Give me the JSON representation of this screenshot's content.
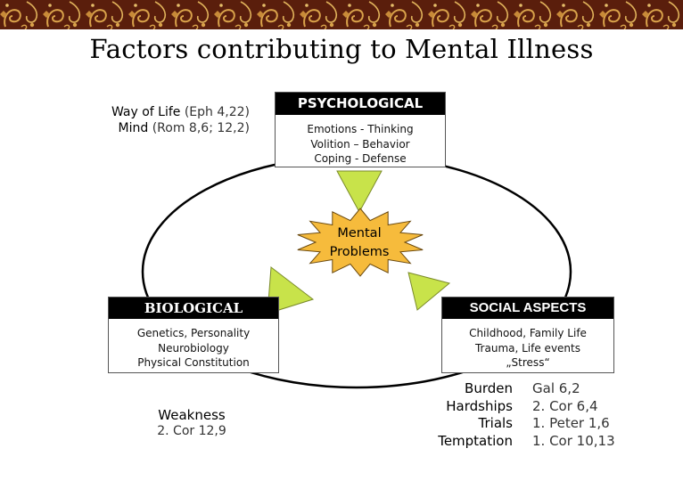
{
  "title": "Factors contributing to Mental Illness",
  "colors": {
    "banner_bg": "#5a1e0c",
    "banner_pattern": "#d9a24a",
    "arrow_fill": "#c8e34a",
    "burst_fill": "#f6bb3c",
    "box_header_bg": "#000000",
    "box_header_text": "#ffffff"
  },
  "center": {
    "line1": "Mental",
    "line2": "Problems"
  },
  "psychological": {
    "heading": "PSYCHOLOGICAL",
    "lines": [
      "Emotions - Thinking",
      "Volition – Behavior",
      "Coping - Defense"
    ]
  },
  "biological": {
    "heading": "BIOLOGICAL",
    "lines": [
      "Genetics, Personality",
      "Neurobiology",
      "Physical Constitution"
    ]
  },
  "social": {
    "heading": "SOCIAL ASPECTS",
    "lines": [
      "Childhood, Family Life",
      "Trauma, Life events",
      "„Stress“"
    ]
  },
  "way_of_life": {
    "line1_term": "Way of Life",
    "line1_ref": "(Eph 4,22)",
    "line2_term": "Mind",
    "line2_ref": "(Rom 8,6; 12,2)"
  },
  "weakness": {
    "term": "Weakness",
    "ref": "2. Cor 12,9"
  },
  "burdens": {
    "terms": [
      "Burden",
      "Hardships",
      "Trials",
      "Temptation"
    ],
    "refs": [
      "Gal 6,2",
      "2. Cor 6,4",
      "1. Peter 1,6",
      "1. Cor 10,13"
    ]
  }
}
